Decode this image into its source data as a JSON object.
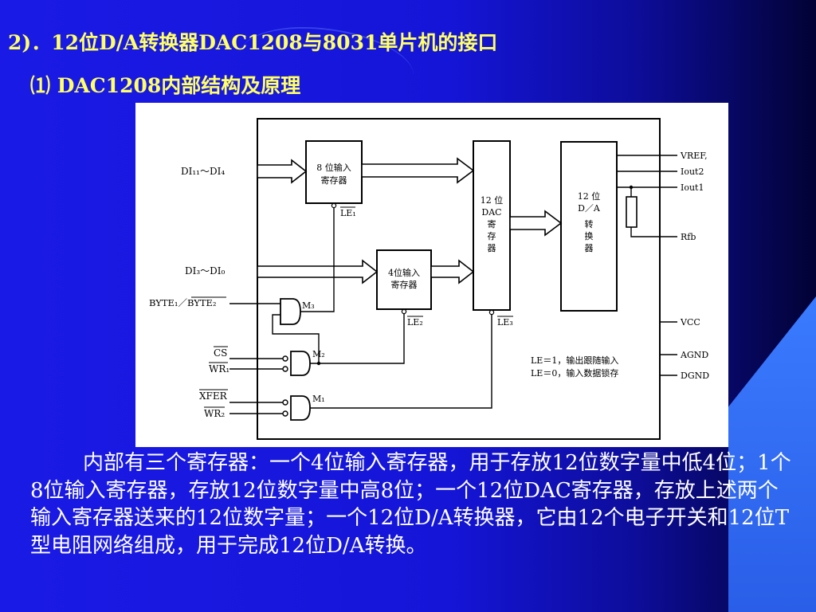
{
  "slide": {
    "title_main": "2)．12位D/A转换器DAC1208与8031单片机的接口",
    "title_sub": "⑴ DAC1208内部结构及原理",
    "body": "内部有三个寄存器：一个4位输入寄存器，用于存放12位数字量中低4位；1个8位输入寄存器，存放12位数字量中高8位；一个12位DAC寄存器，存放上述两个输入寄存器送来的12位数字量；一个12位D/A转换器，它由12个电子开关和12位T型电阻网络组成，用于完成12位D/A转换。"
  },
  "diagram": {
    "inputs": {
      "di_high": "DI₁₁～DI₄",
      "di_low": "DI₃～DI₀",
      "byte": "BYTE₁／BYTE₂",
      "cs": "CS",
      "wr1": "WR₁",
      "xfer": "XFER",
      "wr2": "WR₂"
    },
    "blocks": {
      "reg8_l1": "8 位输入",
      "reg8_l2": "寄存器",
      "reg4_l1": "4位输入",
      "reg4_l2": "寄存器",
      "dac_l1": "12 位",
      "dac_l2": "DAC",
      "dac_l3": "寄",
      "dac_l4": "存",
      "dac_l5": "器",
      "conv_l1": "12 位",
      "conv_l2": "D／A",
      "conv_l3": "转",
      "conv_l4": "换",
      "conv_l5": "器"
    },
    "latches": {
      "le1": "LE₁",
      "le2": "LE₂",
      "le3": "LE₃"
    },
    "gates": {
      "m1": "M₁",
      "m2": "M₂",
      "m3": "M₃"
    },
    "outputs": {
      "vref": "VREF,",
      "iout2": "Iout2",
      "iout1": "Iout1",
      "rfb": "Rfb",
      "vcc": "VCC",
      "agnd": "AGND",
      "dgnd": "DGND"
    },
    "notes": {
      "le_1": "LE＝1，输出跟随输入",
      "le_0": "LE＝0，输入数据锁存"
    }
  }
}
